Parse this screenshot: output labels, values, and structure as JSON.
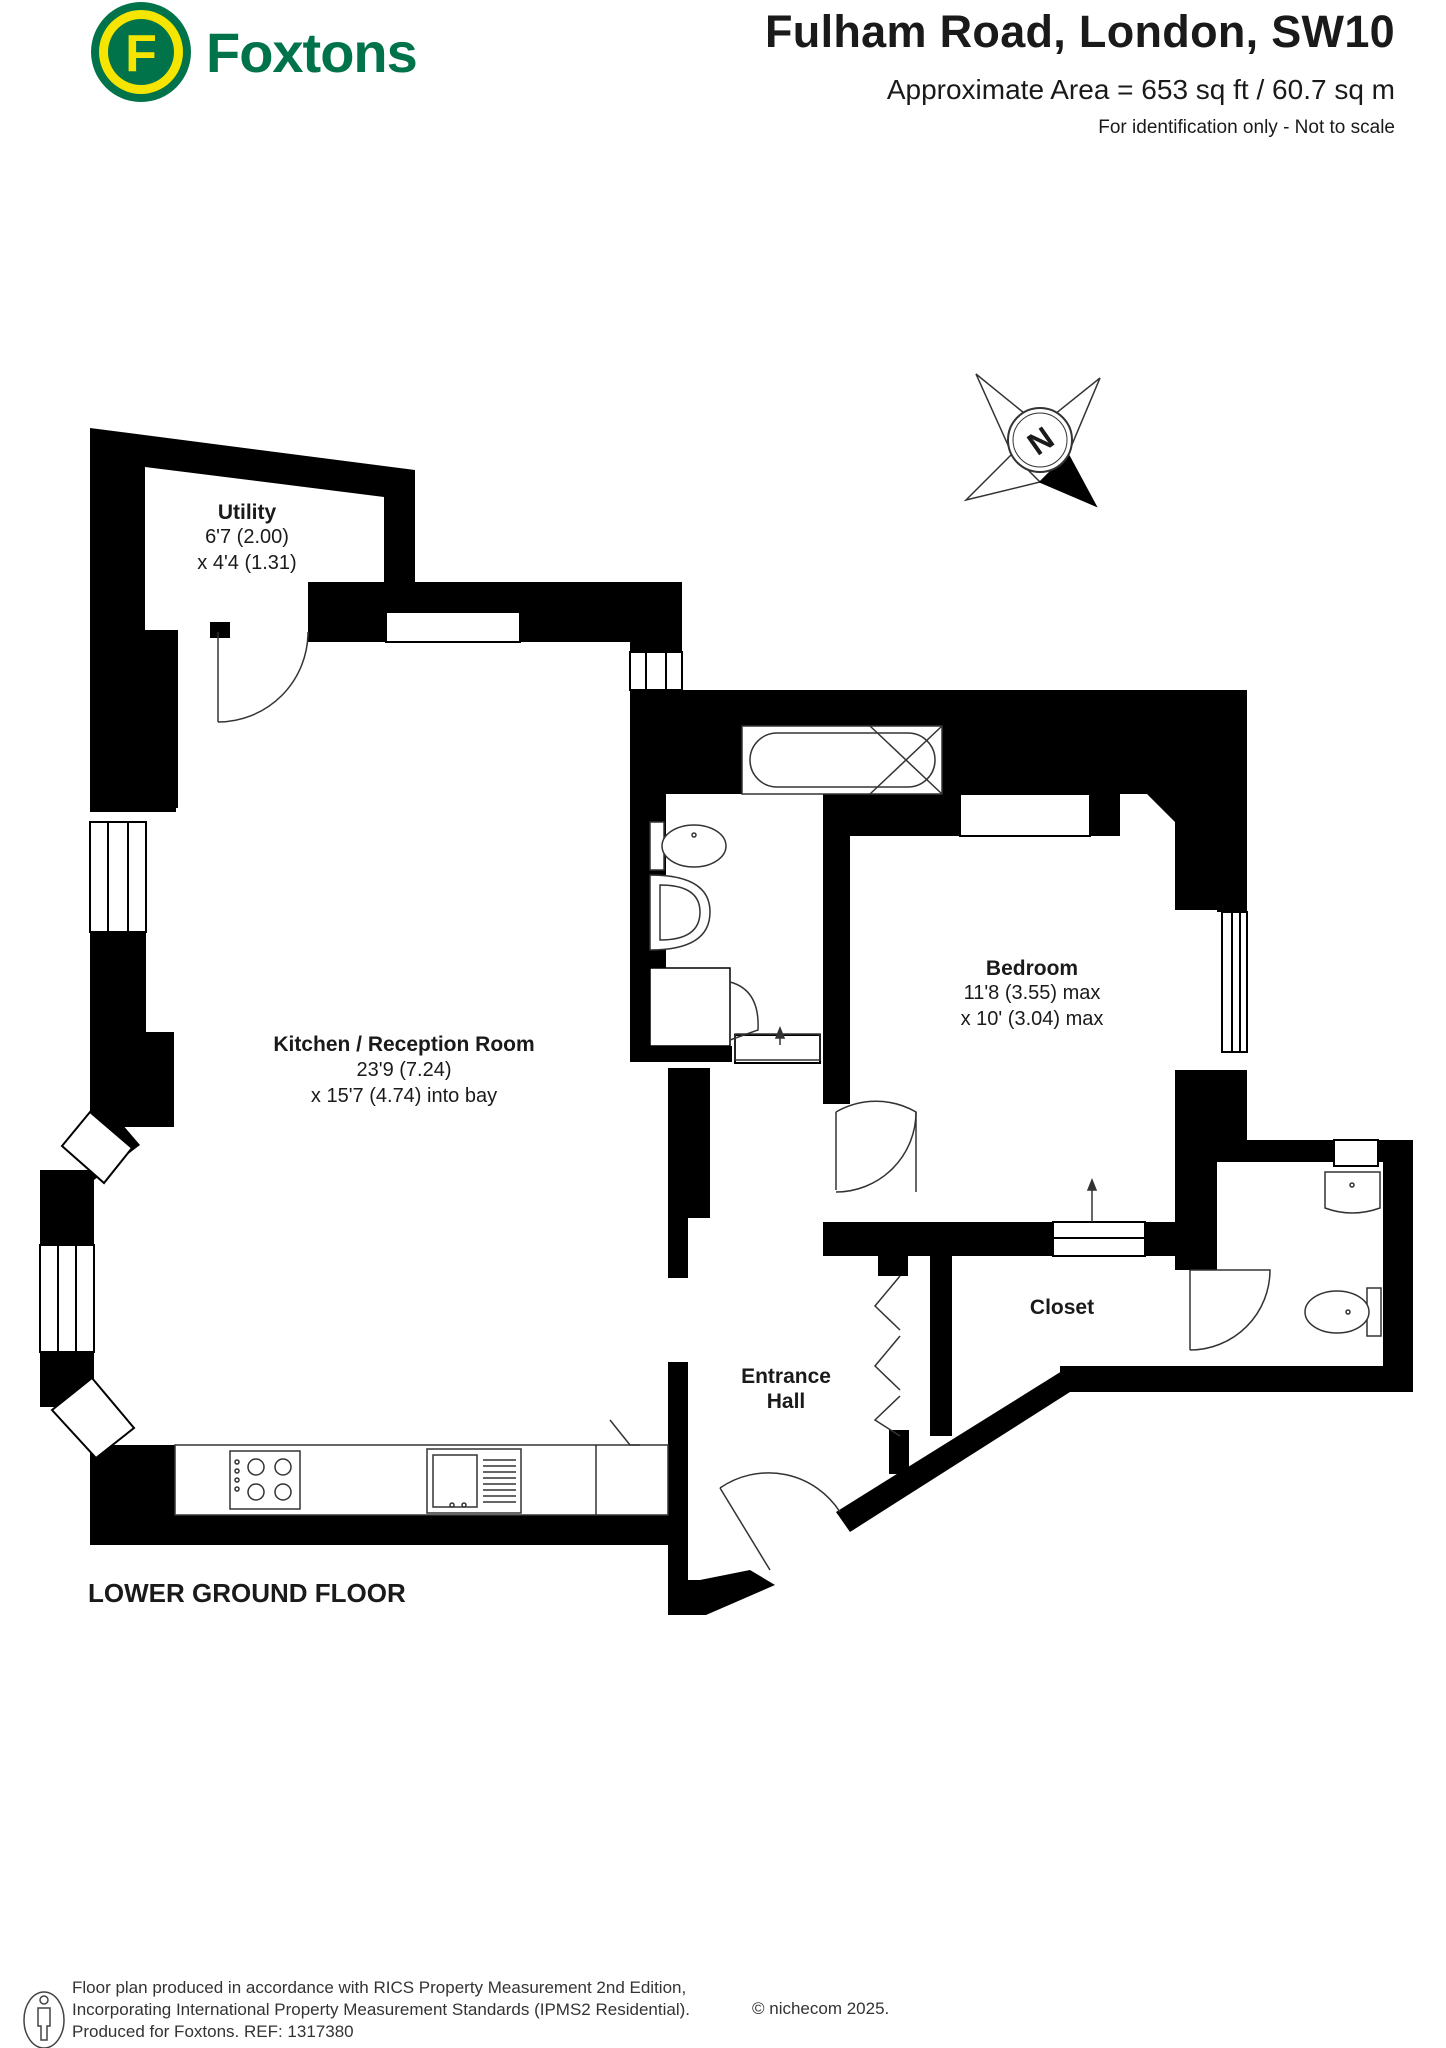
{
  "brand": {
    "name": "Foxtons",
    "logo_letter": "F",
    "green": "#00734a",
    "yellow": "#f5e500"
  },
  "header": {
    "address": "Fulham Road, London, SW10",
    "area": "Approximate Area = 653 sq ft / 60.7 sq m",
    "note": "For identification only - Not to scale"
  },
  "rooms": {
    "utility": {
      "name": "Utility",
      "dim1": "6'7 (2.00)",
      "dim2": "x 4'4 (1.31)"
    },
    "kitchen": {
      "name": "Kitchen / Reception Room",
      "dim1": "23'9 (7.24)",
      "dim2": "x 15'7 (4.74) into bay"
    },
    "bedroom": {
      "name": "Bedroom",
      "dim1": "11'8 (3.55) max",
      "dim2": "x 10' (3.04) max"
    },
    "closet": {
      "name": "Closet"
    },
    "entrance_l1": "Entrance",
    "entrance_l2": "Hall"
  },
  "compass": {
    "letter": "N"
  },
  "floor_label": "LOWER GROUND FLOOR",
  "footer": {
    "line1": "Floor plan produced in accordance with RICS Property Measurement 2nd Edition,",
    "line2": "Incorporating International Property Measurement Standards (IPMS2 Residential).",
    "line3": "Produced for Foxtons.   REF: 1317380",
    "copyright": "© nichecom 2025."
  },
  "colors": {
    "wall": "#000000",
    "fixture_stroke": "#333333"
  }
}
